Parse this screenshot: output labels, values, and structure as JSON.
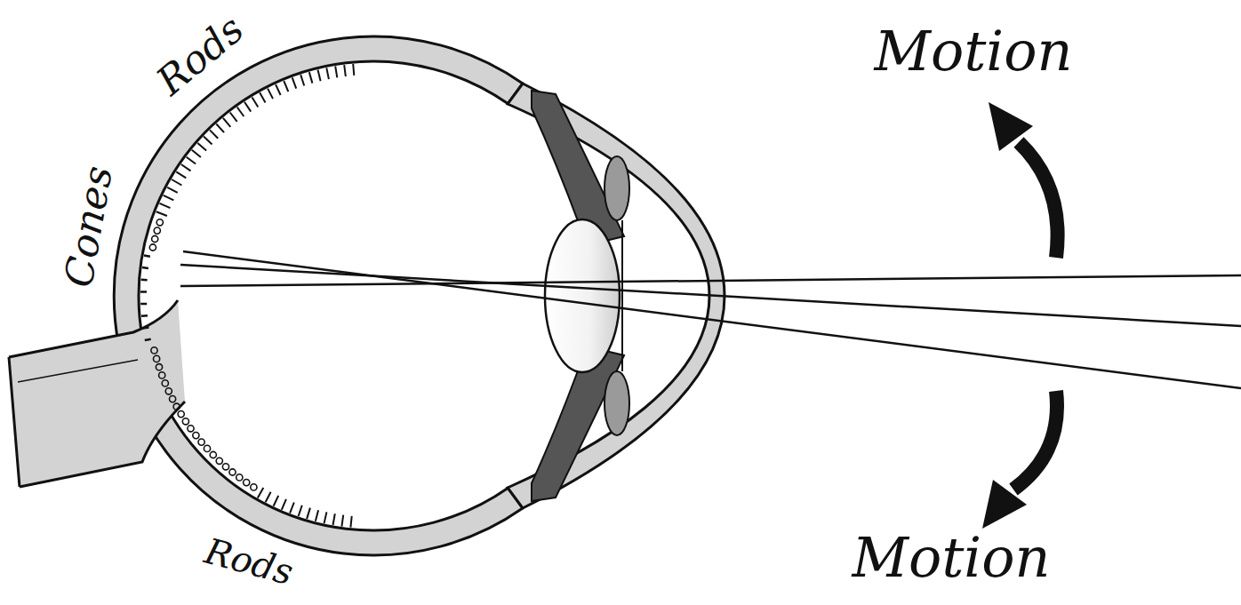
{
  "diagram": {
    "labels": [
      "Motion",
      "Rods",
      "Cones",
      "Rods",
      "Motion"
    ]
  }
}
